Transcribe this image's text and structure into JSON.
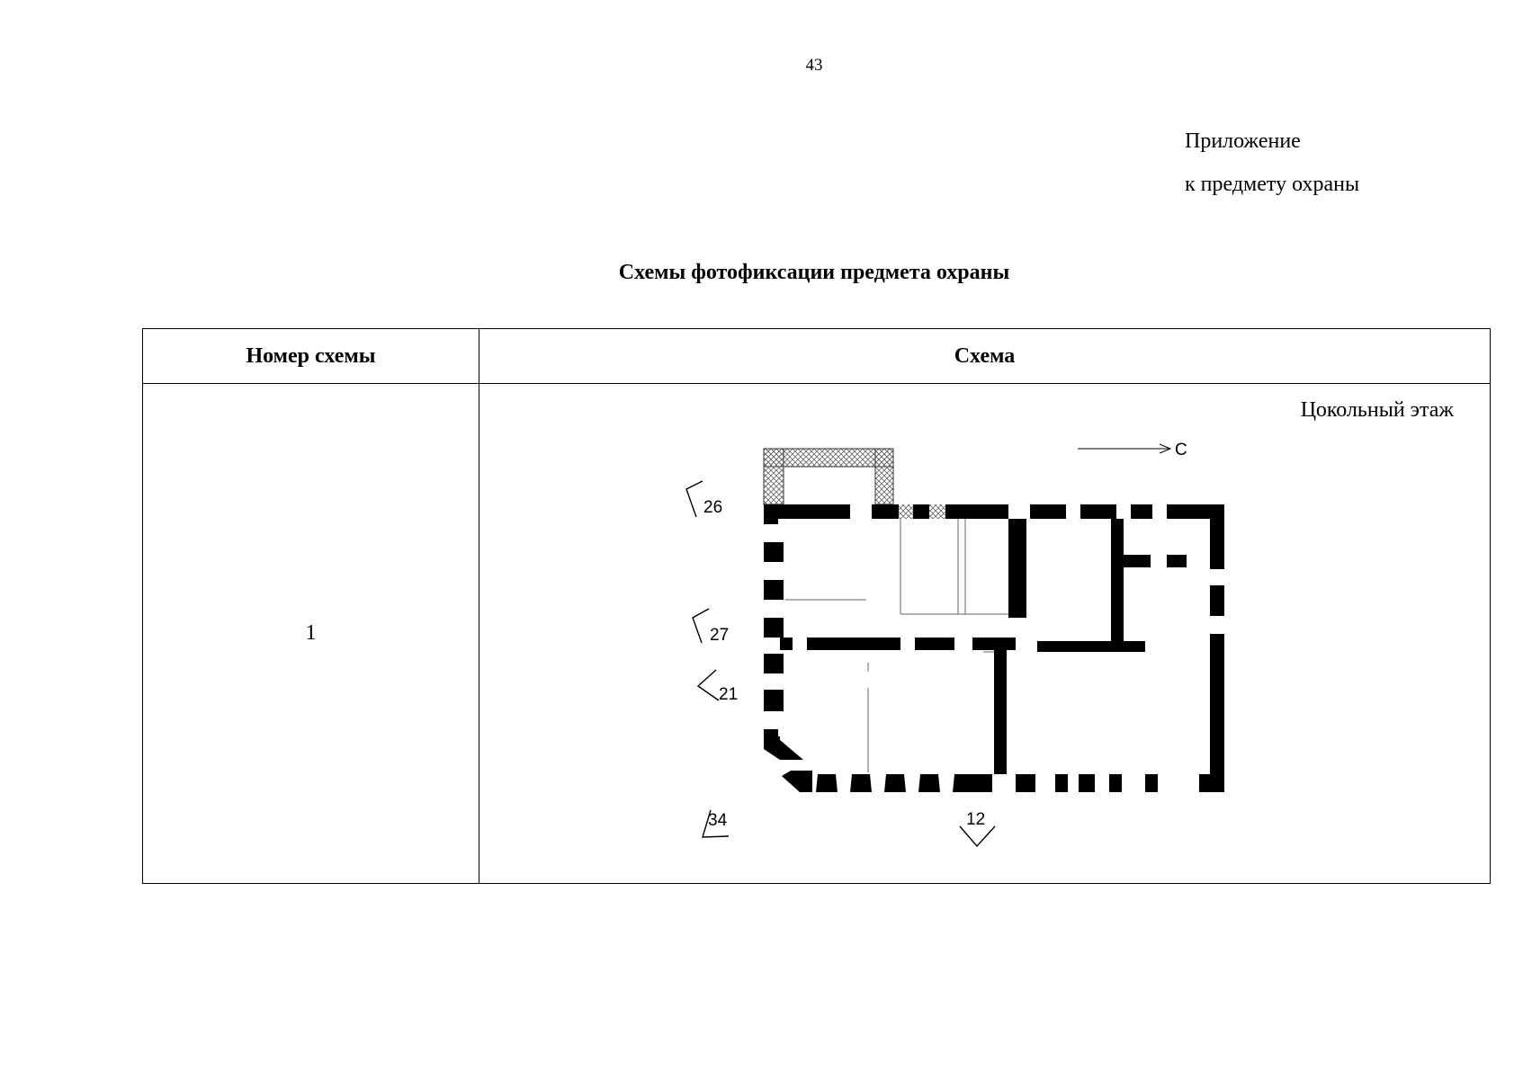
{
  "page_number": "43",
  "appendix": {
    "line1": "Приложение",
    "line2": "к предмету охраны"
  },
  "title": "Схемы фотофиксации предмета охраны",
  "table": {
    "headers": [
      "Номер схемы",
      "Схема"
    ],
    "rows": [
      {
        "number": "1",
        "floor_label": "Цокольный этаж",
        "north_label": "С",
        "photo_markers": [
          "26",
          "27",
          "21",
          "34",
          "12"
        ]
      }
    ]
  }
}
